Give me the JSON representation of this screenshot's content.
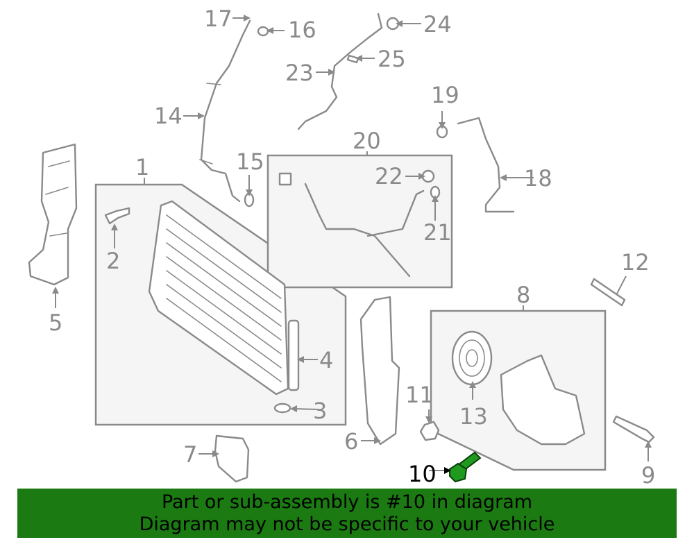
{
  "callouts": {
    "c1": "1",
    "c2": "2",
    "c3": "3",
    "c4": "4",
    "c5": "5",
    "c6": "6",
    "c7": "7",
    "c8": "8",
    "c9": "9",
    "c10": "10",
    "c11": "11",
    "c12": "12",
    "c13": "13",
    "c14": "14",
    "c15": "15",
    "c16": "16",
    "c17": "17",
    "c18": "18",
    "c19": "19",
    "c20": "20",
    "c21": "21",
    "c22": "22",
    "c23": "23",
    "c24": "24",
    "c25": "25"
  },
  "highlighted_part": "10",
  "banner": {
    "line1": "Part or sub-assembly is #10 in diagram",
    "line2": "Diagram may not be specific to your vehicle"
  },
  "colors": {
    "banner_bg": "#1b7a12",
    "highlight": "#1f9a1f",
    "line_art": "#8a8a8a"
  }
}
